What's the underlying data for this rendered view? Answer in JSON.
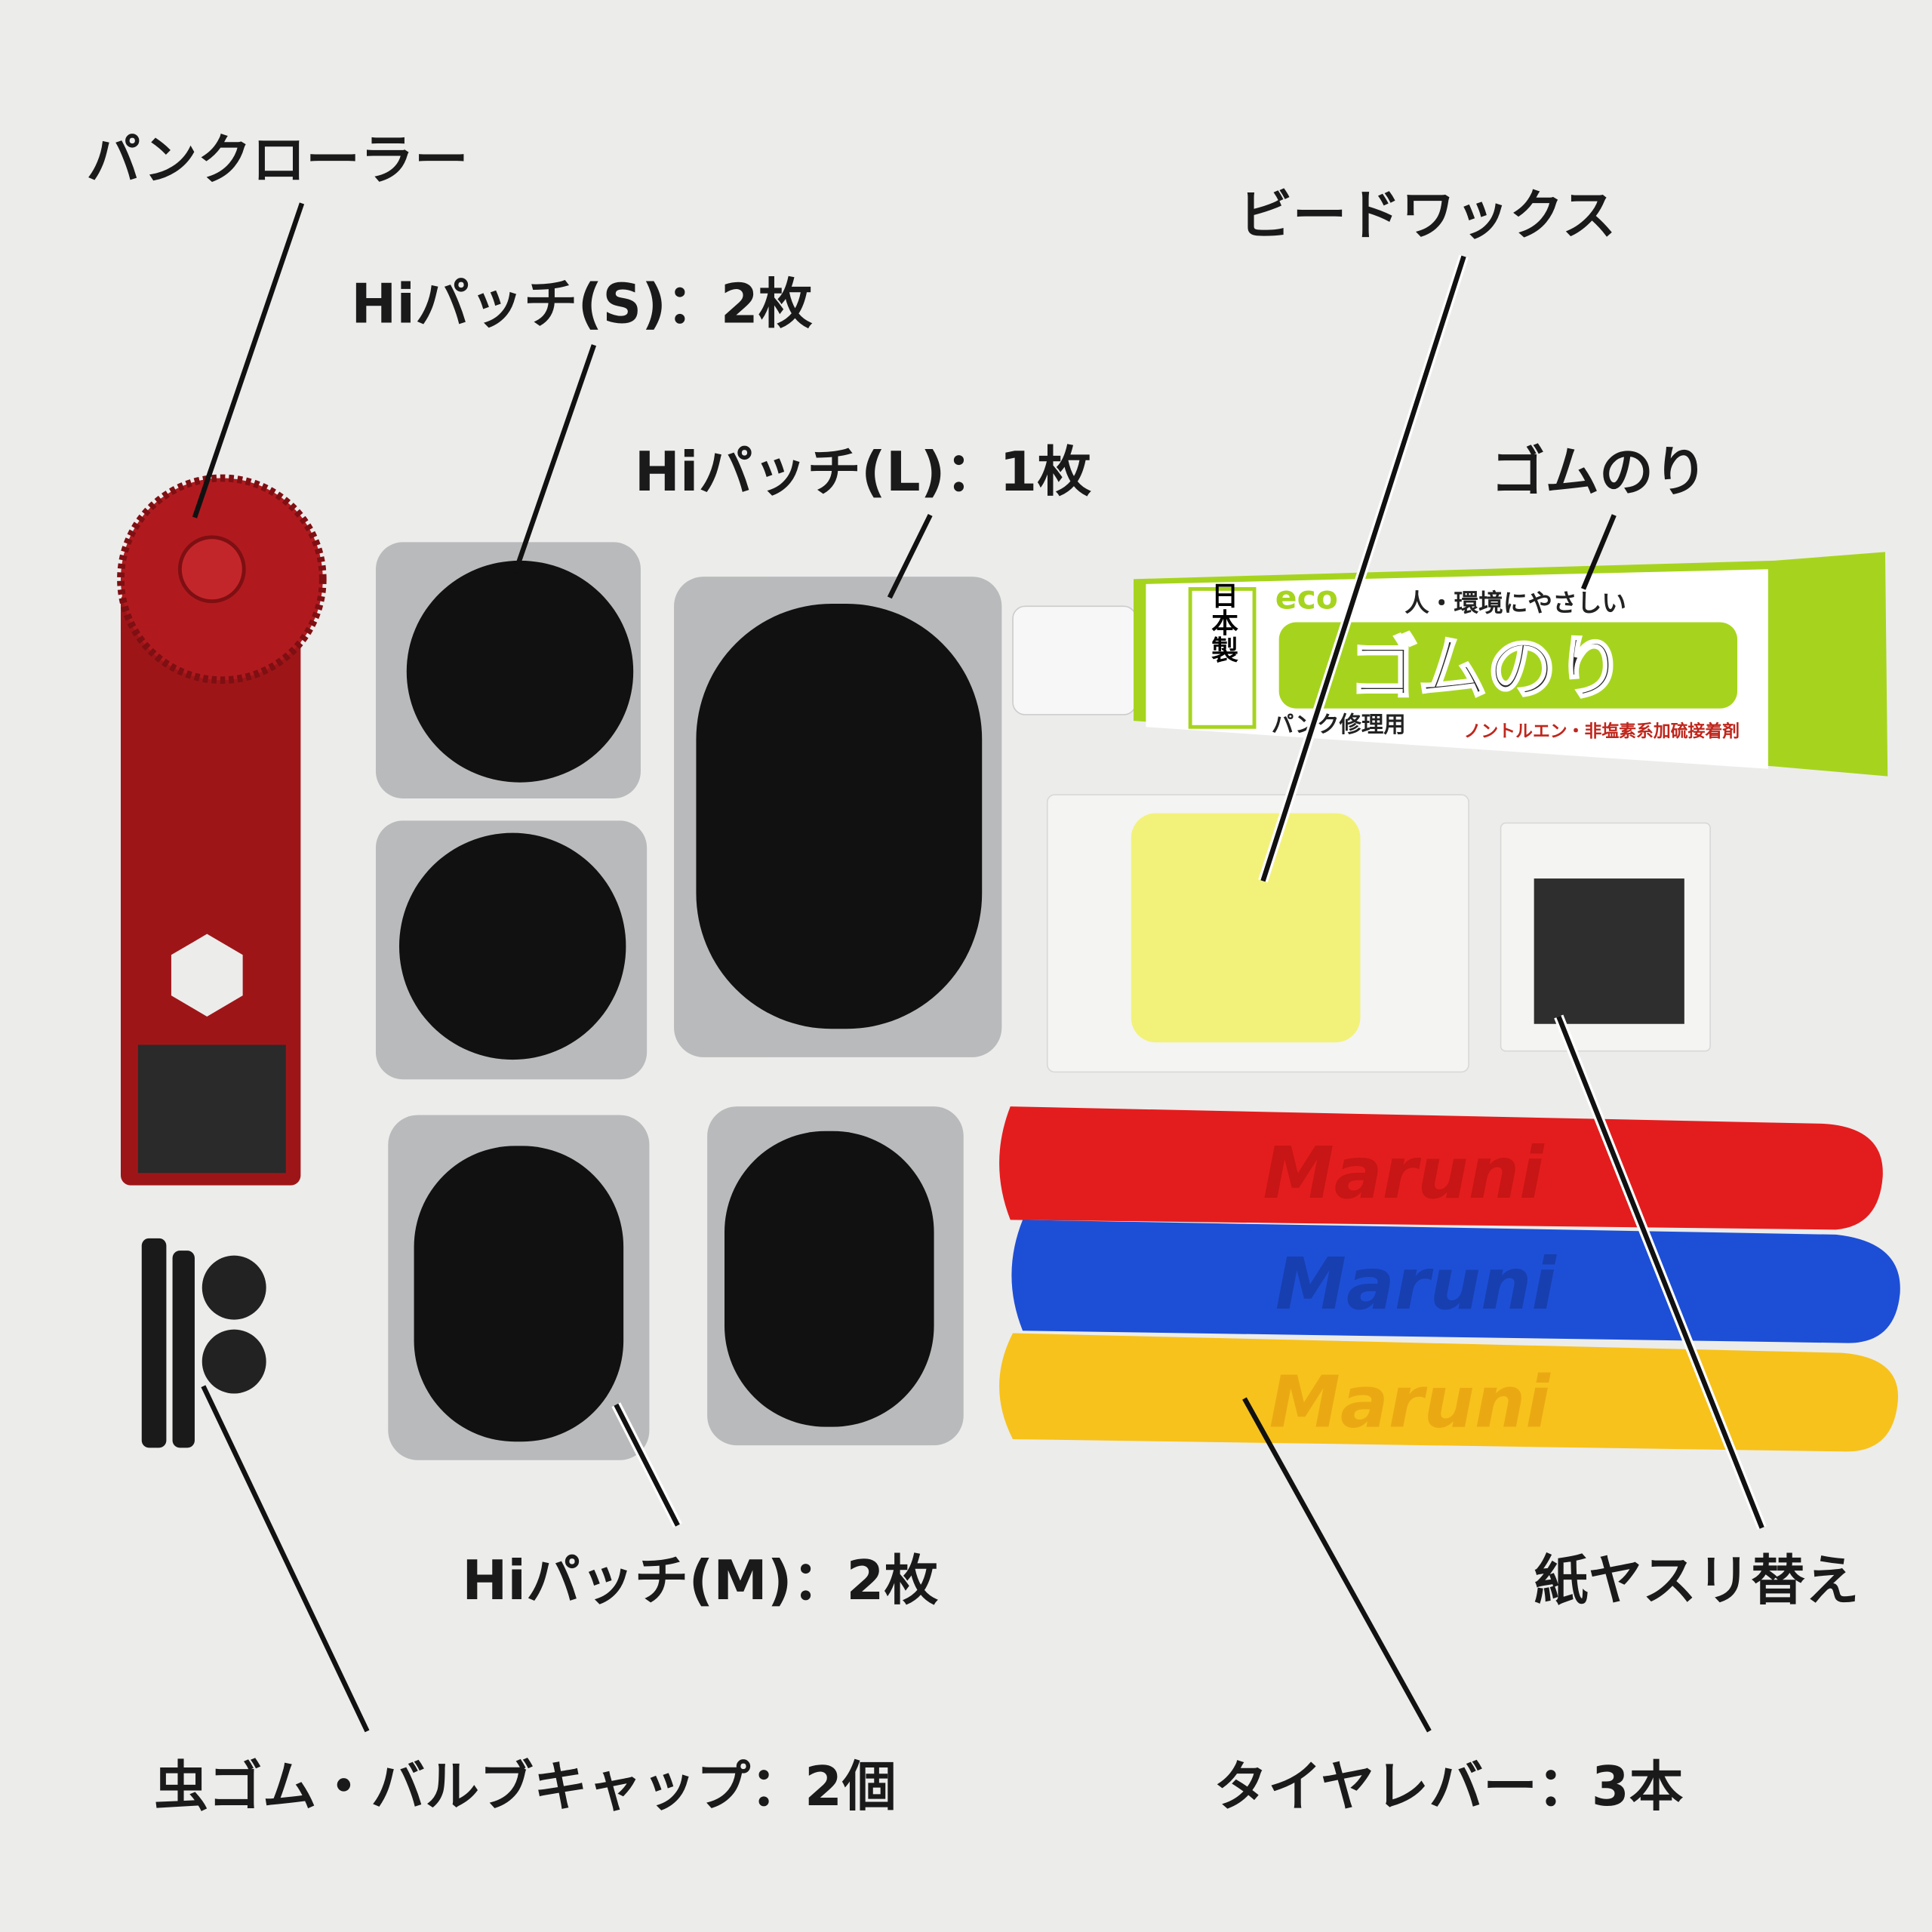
{
  "labels": {
    "roller": "パンクローラー",
    "patch_s": "Hiパッチ(S)：2枚",
    "patch_l": "Hiパッチ(L)：1枚",
    "patch_m": "Hiパッチ(M)：2枚",
    "bead_wax": "ビードワックス",
    "rubber_glue": "ゴムのり",
    "sandpaper": "紙ヤスリ替え",
    "valve": "虫ゴム・バルブキャップ：2個",
    "tire_lever": "タイヤレバー：3本"
  },
  "tube": {
    "eco": "eco",
    "tagline": "人・環境にやさしい",
    "made_in": "日本製",
    "product": "ゴムのり",
    "usage": "パンク修理用",
    "spec": "ノントルエン・非塩素系加硫接着剤"
  },
  "levers": {
    "brand": "Maruni",
    "colors": [
      "#e31d1d",
      "#1d4fd6",
      "#f7c21c"
    ]
  },
  "colors": {
    "background": "#ececeb",
    "roller": "#9e1518",
    "tube_green": "#a6d41e",
    "patch_black": "#111111",
    "foil": "#b9babb"
  }
}
